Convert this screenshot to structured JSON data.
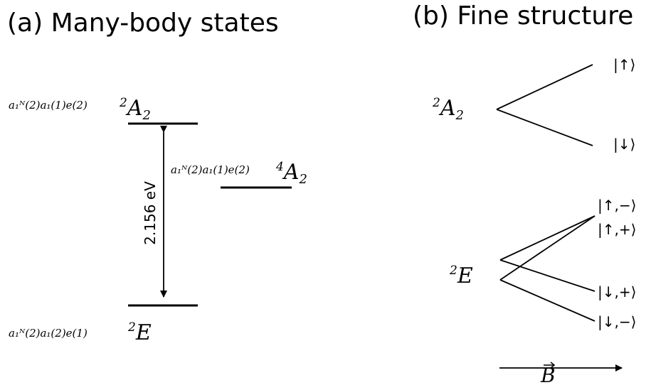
{
  "panel_a": {
    "title": "(a) Many-body states",
    "states": [
      {
        "config": "a₁ᴺ(2)a₁(1)e(2)",
        "label_sup": "2",
        "label_main": "A",
        "label_sub": "2"
      },
      {
        "config": "a₁ᴺ(2)a₁(1)e(2)",
        "label_sup": "4",
        "label_main": "A",
        "label_sub": "2"
      },
      {
        "config": "a₁ᴺ(2)a₁(2)e(1)",
        "label_sup": "2",
        "label_main": "E",
        "label_sub": ""
      }
    ],
    "transition_energy": "2.156 eV"
  },
  "panel_b": {
    "title": "(b) Fine structure",
    "a2_label": {
      "sup": "2",
      "main": "A",
      "sub": "2"
    },
    "e_label": {
      "sup": "2",
      "main": "E"
    },
    "a2_kets": [
      "|↑⟩",
      "|↓⟩"
    ],
    "e_kets": [
      "|↑,−⟩",
      "|↑,+⟩",
      "|↓,+⟩",
      "|↓,−⟩"
    ],
    "field_label": "B"
  }
}
